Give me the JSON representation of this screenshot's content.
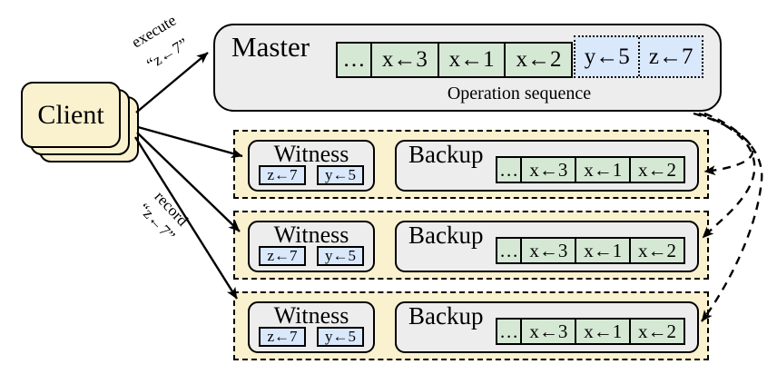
{
  "client": {
    "label": "Client"
  },
  "master": {
    "label": "Master",
    "sequence_caption": "Operation sequence",
    "synced_ops": [
      "…",
      "x←3",
      "x←1",
      "x←2"
    ],
    "unsynced_ops": [
      "y←5",
      "z←7"
    ]
  },
  "arrows": {
    "execute": {
      "action": "execute",
      "op": "“z←7”"
    },
    "record": {
      "action": "record",
      "op": "“z←7”"
    }
  },
  "replicas": [
    {
      "witness": {
        "label": "Witness",
        "ops": [
          "z←7",
          "y←5"
        ]
      },
      "backup": {
        "label": "Backup",
        "ops": [
          "…",
          "x←3",
          "x←1",
          "x←2"
        ]
      }
    },
    {
      "witness": {
        "label": "Witness",
        "ops": [
          "z←7",
          "y←5"
        ]
      },
      "backup": {
        "label": "Backup",
        "ops": [
          "…",
          "x←3",
          "x←1",
          "x←2"
        ]
      }
    },
    {
      "witness": {
        "label": "Witness",
        "ops": [
          "z←7",
          "y←5"
        ]
      },
      "backup": {
        "label": "Backup",
        "ops": [
          "…",
          "x←3",
          "x←1",
          "x←2"
        ]
      }
    }
  ],
  "colors": {
    "client_fill": "#FAF1CE",
    "replica_row_fill": "#FAF1CE",
    "server_fill": "#EDEDED",
    "synced_op_fill": "#D5E8D4",
    "unsynced_op_fill": "#DAE8FC",
    "line": "#000000"
  }
}
